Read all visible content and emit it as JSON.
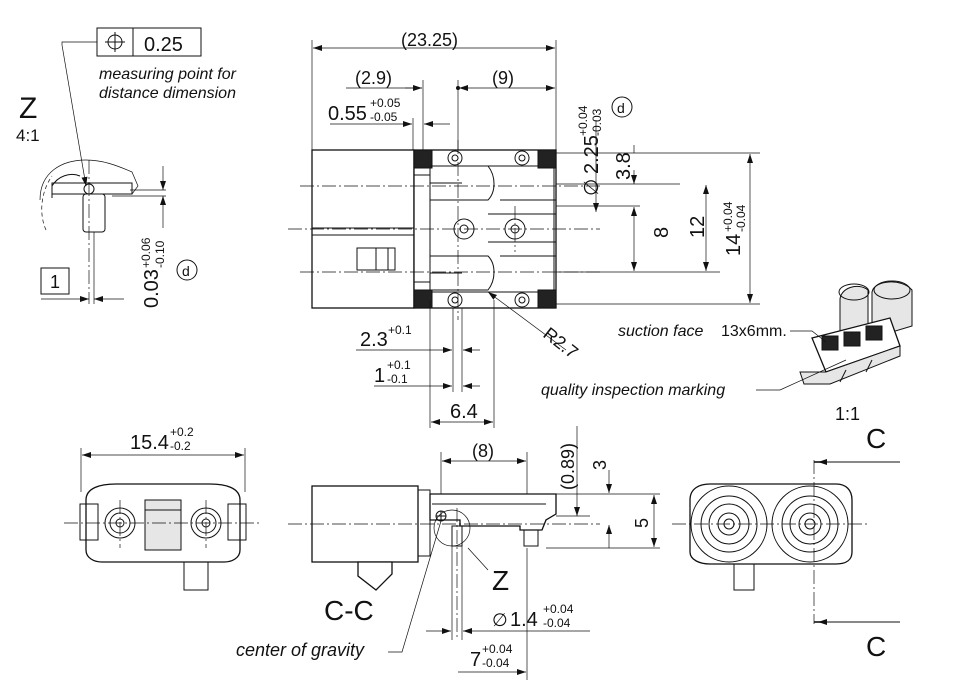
{
  "tolerance_frame": {
    "symbol": "⌖",
    "value": "0.25"
  },
  "note_measuring_point": [
    "measuring point for",
    "distance dimension"
  ],
  "detail_z": {
    "label": "Z",
    "scale": "4:1"
  },
  "detail_z_dim": {
    "base": "0.03",
    "upper": "+0.06",
    "lower": "-0.10",
    "datum": "d"
  },
  "datum_box_1": "1",
  "top_view": {
    "overall": "(23.25)",
    "left_ref": "(2.9)",
    "right_ref": "(9)",
    "offset": {
      "base": "0.55",
      "upper": "+0.05",
      "lower": "-0.05"
    },
    "hole_dia": {
      "prefix": "∅",
      "base": "2.25",
      "upper": "+0.04",
      "lower": "-0.03",
      "datum": "d"
    },
    "h_3_8": "3.8",
    "h_8": "8",
    "h_12": "12",
    "h_14": {
      "base": "14",
      "upper": "+0.04",
      "lower": "-0.04"
    },
    "w_2_3": {
      "base": "2.3",
      "upper": "+0.1"
    },
    "w_1": {
      "base": "1",
      "upper": "+0.1",
      "lower": "-0.1"
    },
    "w_6_4": "6.4",
    "radius": "R2.7"
  },
  "iso_view": {
    "suction_face": {
      "label": "suction face",
      "size": "13x6mm."
    },
    "quality_marking": "quality inspection marking",
    "scale": "1:1"
  },
  "front_view": {
    "width": {
      "base": "15.4",
      "upper": "+0.2",
      "lower": "-0.2"
    }
  },
  "section_view": {
    "title": "C-C",
    "ref_8": "(8)",
    "ref_089": "(0.89)",
    "dim_3": "3",
    "dim_5": "5",
    "pin_dia": {
      "prefix": "∅",
      "base": "1.4",
      "upper": "+0.04",
      "lower": "-0.04"
    },
    "dim_7": {
      "base": "7",
      "upper": "+0.04",
      "lower": "-0.04"
    },
    "z_callout": "Z",
    "cog": "center of gravity"
  },
  "section_marker": {
    "letter_top": "C",
    "letter_bottom": "C"
  },
  "colors": {
    "line": "#111111",
    "background": "#ffffff"
  },
  "icons": [
    "position-tolerance-symbol",
    "datum-circle-d",
    "section-arrow"
  ]
}
